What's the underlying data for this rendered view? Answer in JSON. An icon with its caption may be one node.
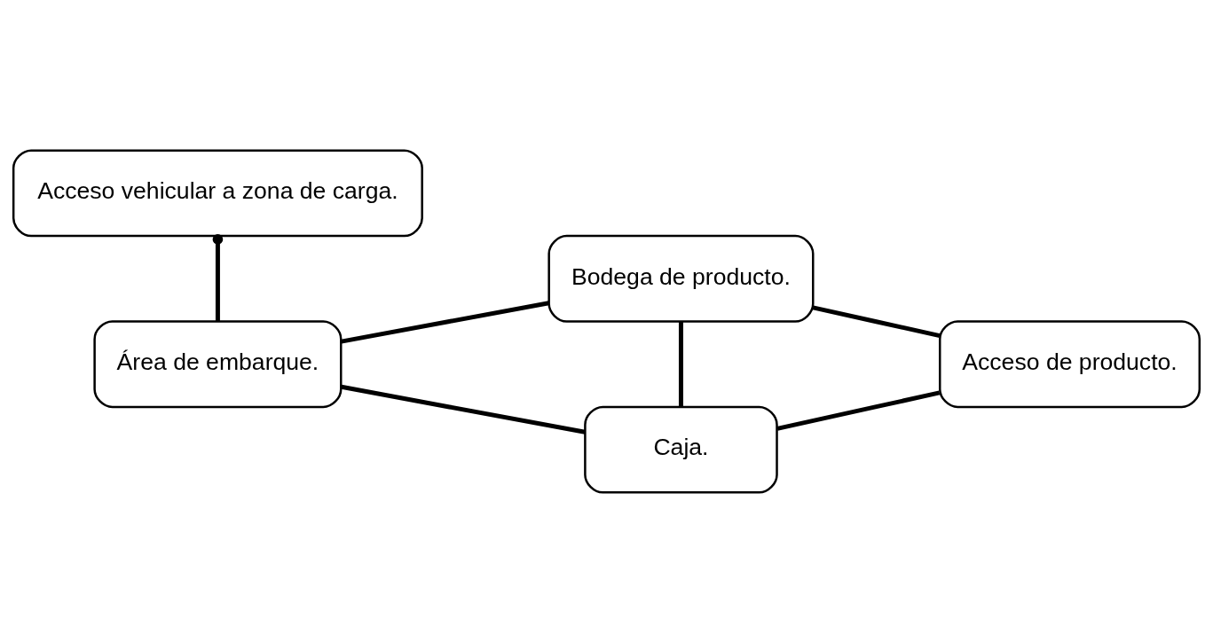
{
  "diagram": {
    "nodes": [
      {
        "text": [
          "Acceso vehicular a zona de carga."
        ]
      },
      {
        "text": [
          "Área de embarque."
        ]
      },
      {
        "text": [
          "Bodega de producto."
        ]
      },
      {
        "text": [
          "Caja."
        ]
      },
      {
        "text": [
          "Acceso de producto."
        ]
      }
    ],
    "edges": [
      {
        "from": 0,
        "to": 1,
        "arrow": "other"
      },
      {
        "from": 1,
        "to": 2,
        "arrow": "none"
      },
      {
        "from": 1,
        "to": 3,
        "arrow": "none"
      },
      {
        "from": 2,
        "to": 3,
        "arrow": "none"
      },
      {
        "from": 2,
        "to": 4,
        "arrow": "none"
      },
      {
        "from": 3,
        "to": 4,
        "arrow": "none"
      }
    ]
  }
}
